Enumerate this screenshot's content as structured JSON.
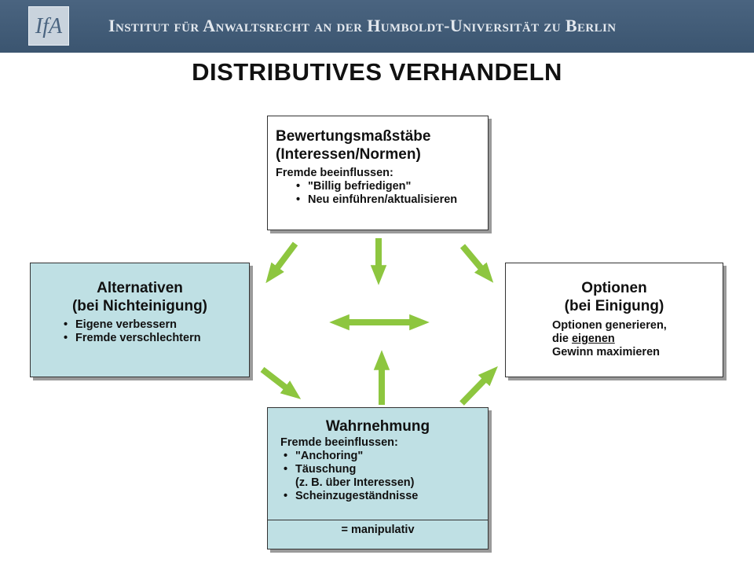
{
  "header": {
    "logo_text": "IfA",
    "institute": "Institut für Anwaltsrecht an der Humboldt-Universität zu Berlin"
  },
  "title": "DISTRIBUTIVES VERHANDELN",
  "top_box": {
    "heading_line1": "Bewertungsmaßstäbe",
    "heading_line2": "(Interessen/Normen)",
    "sub": "Fremde beeinflussen:",
    "items": [
      "\"Billig befriedigen\"",
      "Neu einführen/aktualisieren"
    ]
  },
  "left_box": {
    "heading_line1": "Alternativen",
    "heading_line2": "(bei Nichteinigung)",
    "items": [
      "Eigene verbessern",
      "Fremde verschlechtern"
    ]
  },
  "right_box": {
    "heading_line1": "Optionen",
    "heading_line2": "(bei Einigung)",
    "text_line1": "Optionen generieren,",
    "text_line2_pre": "die ",
    "text_line2_underlined": "eigenen",
    "text_line3": "Gewinn maximieren"
  },
  "bottom_box": {
    "heading": "Wahrnehmung",
    "sub": "Fremde beeinflussen:",
    "items": [
      "\"Anchoring\"",
      "Täuschung",
      "Scheinzugeständnisse"
    ],
    "item2_continuation": "(z. B. über Interessen)",
    "footer": "= manipulativ"
  },
  "arrow_color": "#8dc63f",
  "box_light_color": "#bfe0e4"
}
